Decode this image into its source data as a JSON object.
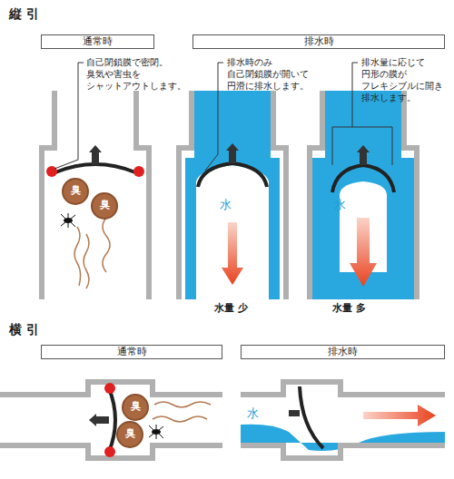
{
  "diagram": {
    "nodes": [
      {
        "text": [
          "通常時"
        ]
      },
      {
        "text": [
          "排水時"
        ]
      },
      {
        "text": [
          "臭"
        ]
      },
      {
        "text": [
          "臭"
        ]
      },
      {
        "text": [
          "通常時"
        ]
      },
      {
        "text": [
          "排水時"
        ]
      },
      {
        "text": [
          "臭"
        ]
      },
      {
        "text": [
          "臭"
        ]
      }
    ],
    "labels": [
      "縦 引",
      "自己閉鎖膜で密閉。 臭気や害虫を シャットアウトします。",
      "排水時のみ 自己閉鎖膜が開いて 円滑に排水します。",
      "排水量に応じて 円形の膜が フレキシブルに開き 排水します。",
      "水",
      "水",
      "水量 少",
      "水量 多",
      "横 引",
      "水"
    ]
  }
}
